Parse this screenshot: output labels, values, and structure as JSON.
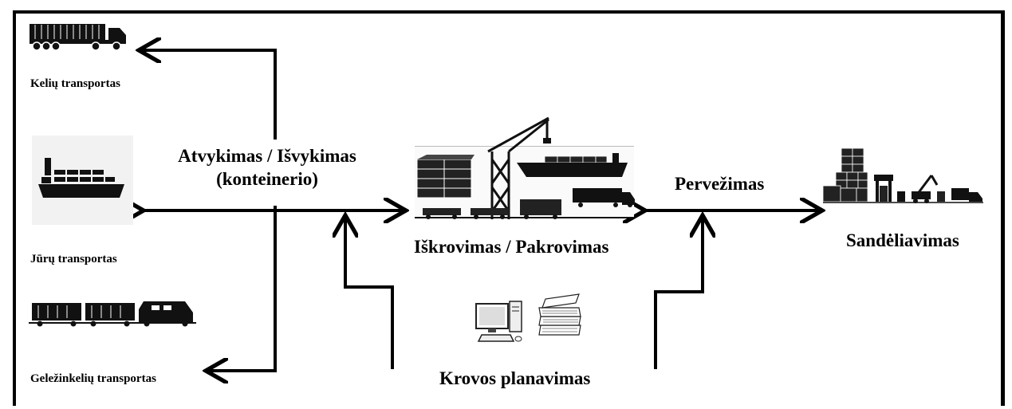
{
  "labels": {
    "road": "Kelių transportas",
    "sea": "Jūrų transportas",
    "rail": "Geležinkelių transportas",
    "arrival_line1": "Atvykimas / Išvykimas",
    "arrival_line2": "(konteinerio)",
    "unloading": "Iškrovimas / Pakrovimas",
    "transfer": "Pervežimas",
    "warehousing": "Sandėliavimas",
    "planning": "Krovos planavimas"
  },
  "icons": {
    "truck": "truck-icon",
    "ship": "container-ship-icon",
    "train": "train-icon",
    "port": "port-terminal-icon",
    "warehouse": "warehouse-icon",
    "computer": "computer-icon",
    "documents": "documents-icon"
  }
}
